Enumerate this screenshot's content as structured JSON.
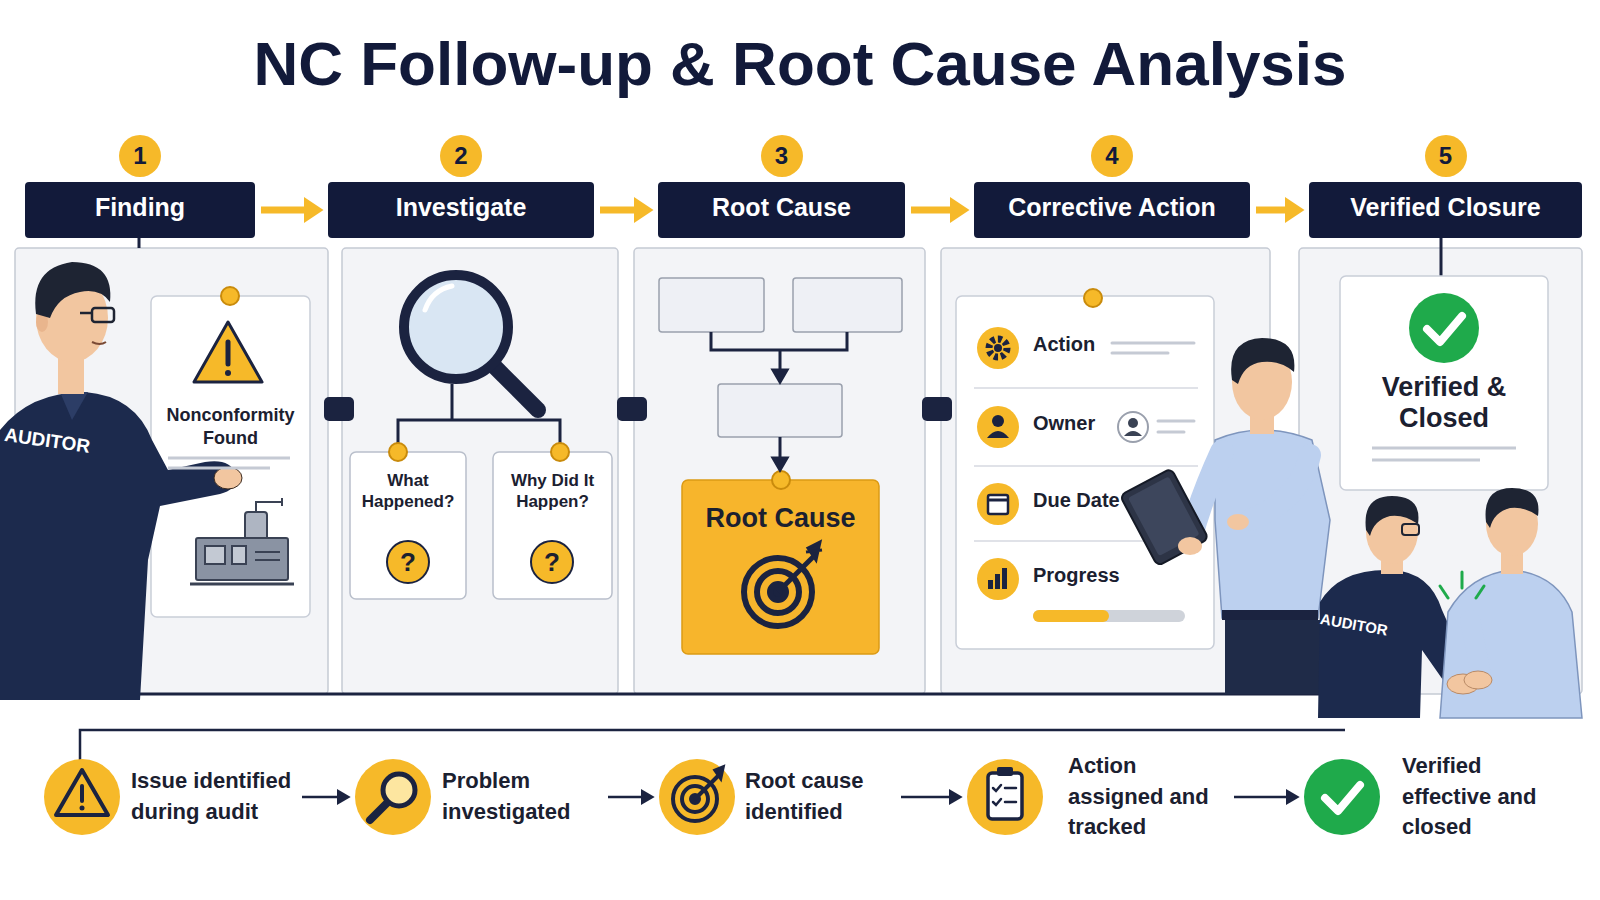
{
  "diagram": {
    "title": "NC Follow-up & Root Cause Analysis",
    "nodes": [
      {
        "text": [
          "1",
          "Finding"
        ]
      },
      {
        "text": [
          "2",
          "Investigate"
        ]
      },
      {
        "text": [
          "3",
          "Root Cause"
        ]
      },
      {
        "text": [
          "4",
          "Corrective Action"
        ]
      },
      {
        "text": [
          "5",
          "Verified Closure"
        ]
      },
      {
        "text": [
          "Nonconformity Found"
        ]
      },
      {
        "text": [
          "What Happened?",
          "?"
        ]
      },
      {
        "text": [
          "Why Did It Happen?",
          "?"
        ]
      },
      {
        "text": [
          "Root Cause"
        ]
      },
      {
        "text": [
          "Action",
          "Owner",
          "Due Date",
          "Progress"
        ]
      },
      {
        "text": [
          "Verified & Closed"
        ]
      },
      {
        "text": [
          "Issue identified during audit"
        ]
      },
      {
        "text": [
          "Problem investigated"
        ]
      },
      {
        "text": [
          "Root cause identified"
        ]
      },
      {
        "text": [
          "Action assigned and tracked"
        ]
      },
      {
        "text": [
          "Verified effective and closed"
        ]
      }
    ],
    "edges": [
      {
        "from": 0,
        "to": 1,
        "arrow": "to"
      },
      {
        "from": 1,
        "to": 2,
        "arrow": "to"
      },
      {
        "from": 2,
        "to": 3,
        "arrow": "to"
      },
      {
        "from": 3,
        "to": 4,
        "arrow": "to"
      },
      {
        "from": 11,
        "to": 12,
        "arrow": "to"
      },
      {
        "from": 12,
        "to": 13,
        "arrow": "to"
      },
      {
        "from": 13,
        "to": 14,
        "arrow": "to"
      },
      {
        "from": 14,
        "to": 15,
        "arrow": "to"
      }
    ],
    "labels": [
      "AUDITOR",
      "AUDITOR"
    ]
  }
}
